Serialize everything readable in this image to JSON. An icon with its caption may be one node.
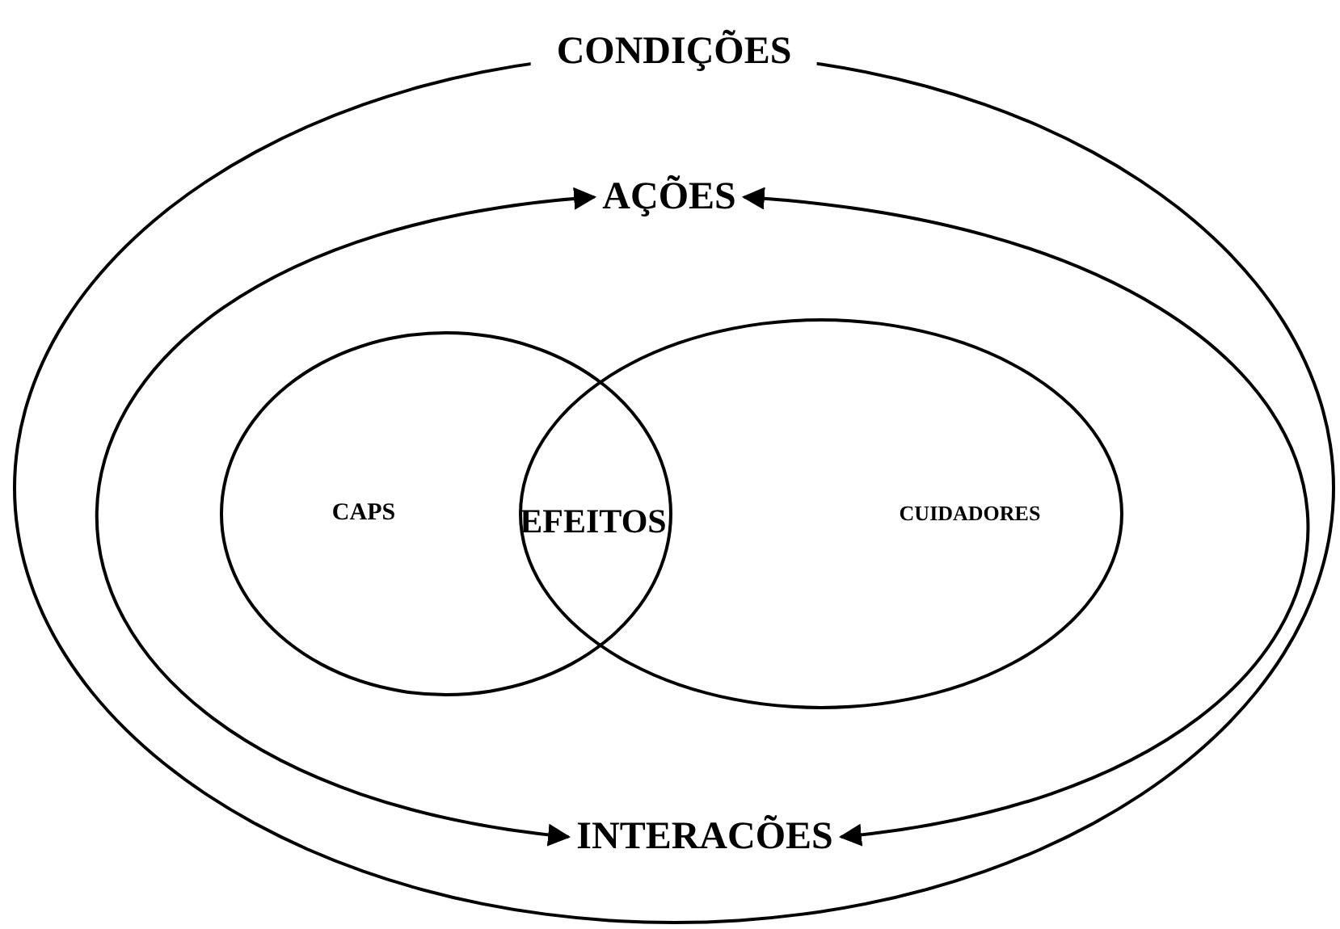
{
  "diagram": {
    "nodes": [
      {
        "text": [
          "CONDIÇÕES"
        ]
      },
      {
        "text": [
          "AÇÕES"
        ],
        "in": 0
      },
      {
        "text": [
          "INTERACÕES"
        ],
        "in": 0
      },
      {
        "text": [
          "CAPS"
        ],
        "in": 0
      },
      {
        "text": [
          "CUIDADORES"
        ],
        "in": 0
      }
    ],
    "edges": [
      {
        "from": 2,
        "to": 1,
        "arrow": "both"
      },
      {
        "from": 2,
        "to": 1,
        "arrow": "both"
      }
    ],
    "labels": [
      "EFEITOS"
    ]
  }
}
